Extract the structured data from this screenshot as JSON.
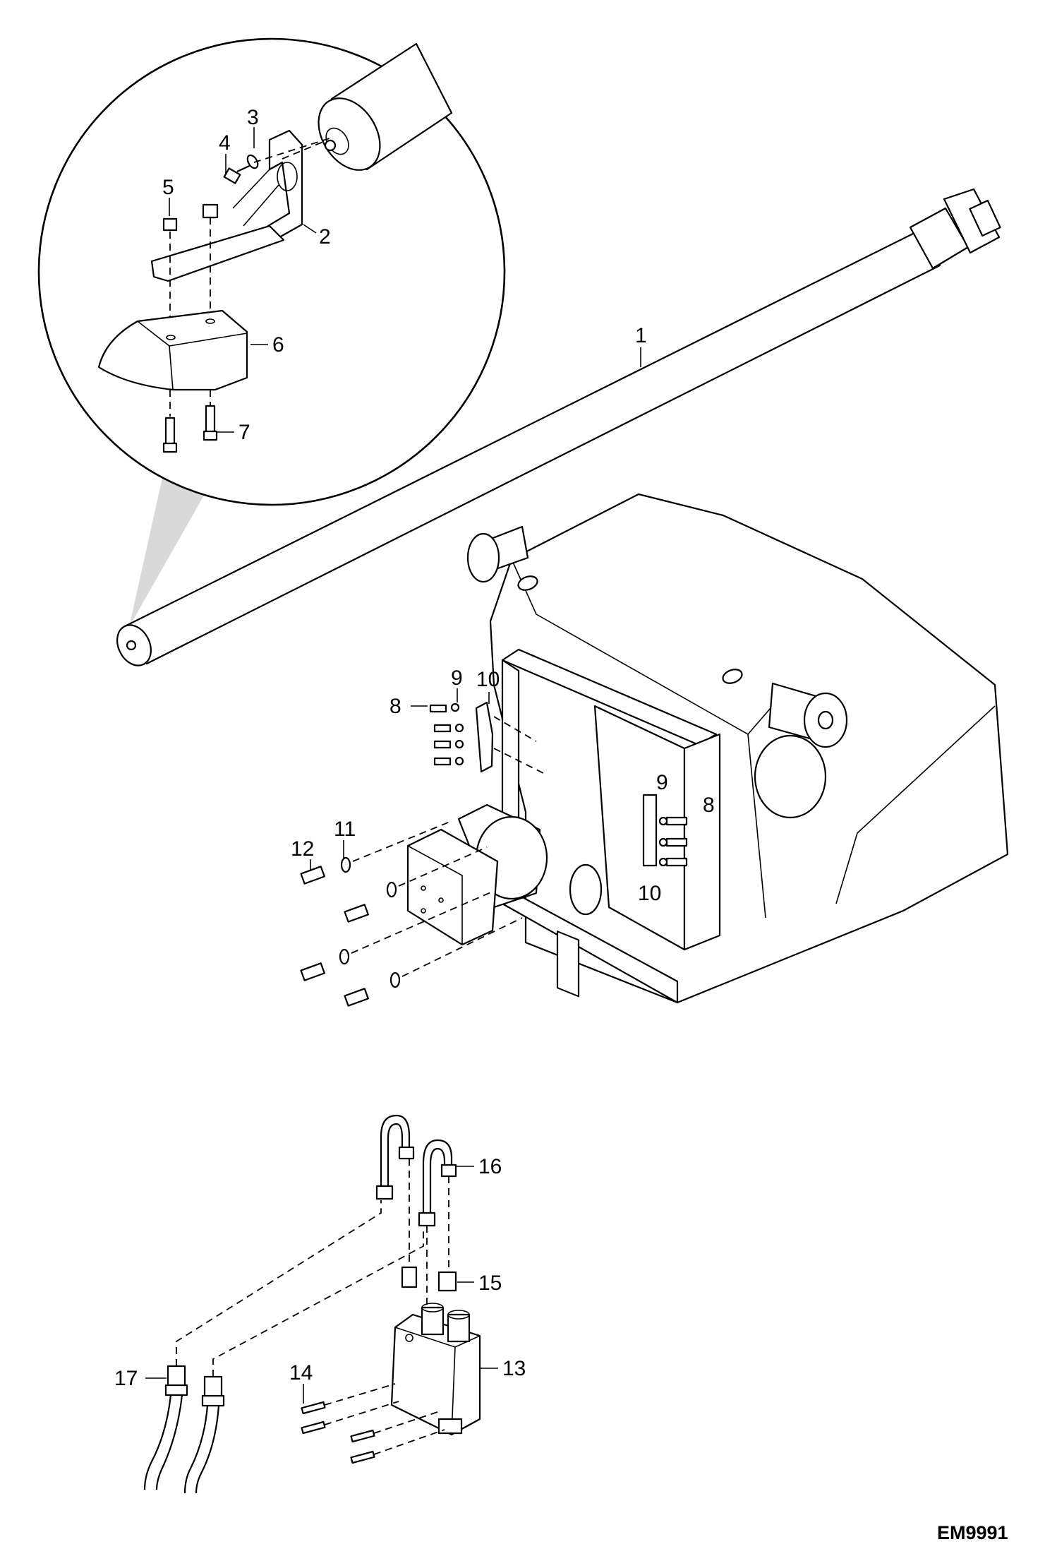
{
  "drawing": {
    "reference_code": "EM9991",
    "callouts": {
      "c1": "1",
      "c2": "2",
      "c3": "3",
      "c4": "4",
      "c5": "5",
      "c6": "6",
      "c7": "7",
      "c8a": "8",
      "c8b": "8",
      "c9a": "9",
      "c9b": "9",
      "c10a": "10",
      "c10b": "10",
      "c11": "11",
      "c12": "12",
      "c13": "13",
      "c14": "14",
      "c15": "15",
      "c16": "16",
      "c17": "17"
    }
  }
}
